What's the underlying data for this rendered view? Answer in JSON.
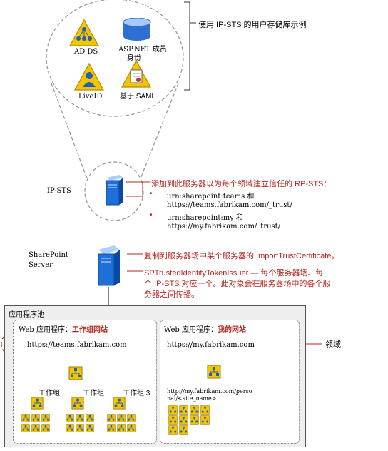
{
  "top_label": "使用 IP-STS 的用户存储库示例",
  "stores": {
    "adds": "AD DS",
    "aspnet_line1": "ASP.NET 成员",
    "aspnet_line2": "身份",
    "liveid": "LiveID",
    "saml": "基于 SAML"
  },
  "ipsts_label": "IP-STS",
  "ipsts_note": {
    "title": "添加到此服务器以为每个领域建立信任的 RP-STS：",
    "items": [
      {
        "urn": "urn:sharepoint:teams 和",
        "url": "https://teams.fabrikam.com/_trust/"
      },
      {
        "urn": "urn:sharepoint:my 和",
        "url": "https://my.fabrikam.com/_trust/"
      }
    ]
  },
  "sharepoint_label_1": "SharePoint",
  "sharepoint_label_2": "Server",
  "sp_note_1": "复制到服务器场中某个服务器的 ImportTrustCertificate。",
  "sp_note_2": {
    "line1": "SPTrustedIdentityTokenIssuer — 每个服务器场、每",
    "line2": "个 IP-STS 对应一个。此对象会在服务器场中的各个服",
    "line3": "务器之间传播。"
  },
  "app_pool_label": "应用程序池",
  "webapp_left": {
    "prefix": "Web 应用程序：",
    "name": "工作组网站",
    "url": "https://teams.fabrikam.com"
  },
  "webapp_right": {
    "prefix": "Web 应用程序：",
    "name": "我的网站",
    "url": "https://my.fabrikam.com",
    "path1": "http://my.fabrikam.com/perso",
    "path2": "nal/<site_name>"
  },
  "zone_label": "领域",
  "team_labels": [
    "工作组",
    "工作组",
    "工作组 3"
  ],
  "colors": {
    "accent_red": "#b3261e",
    "icon_yellow": "#f5c400",
    "icon_blue": "#1f5fb5"
  }
}
